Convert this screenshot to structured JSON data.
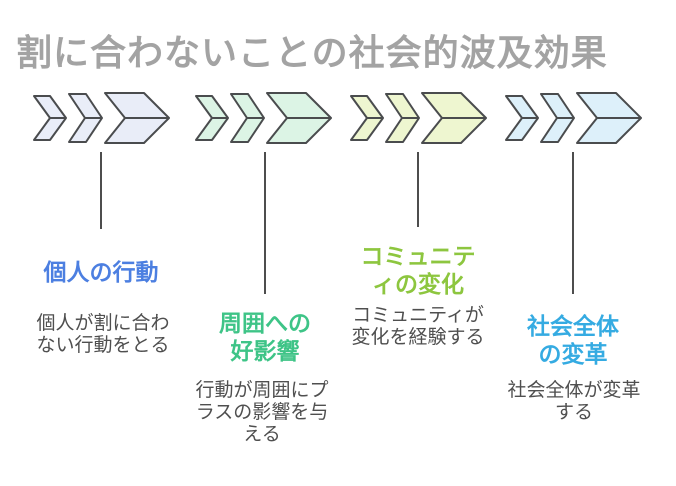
{
  "title": "割に合わないことの社会的波及効果",
  "colors": {
    "background": "#ffffff",
    "title_text": "#a3a3a3",
    "outline": "#4a4c4e",
    "connector": "#4d4d4d",
    "description_text": "#4f4f4f"
  },
  "stages": [
    {
      "label": "個人の行動",
      "description": "個人が割に合わ\nない行動をとる",
      "label_color": "#4c7fe1",
      "chevron_fill": "#e9edf8"
    },
    {
      "label": "周囲への\n好影響",
      "description": "行動が周囲にプ\nラスの影響を与\nえる",
      "label_color": "#3ec487",
      "chevron_fill": "#dcf4e5"
    },
    {
      "label": "コミュニテ\nィの変化",
      "description": "コミュニティが\n変化を経験する",
      "label_color": "#8dc63f",
      "chevron_fill": "#eef6d0"
    },
    {
      "label": "社会全体\nの変革",
      "description": "社会全体が変革\nする",
      "label_color": "#35abe2",
      "chevron_fill": "#ddf0fa"
    }
  ]
}
